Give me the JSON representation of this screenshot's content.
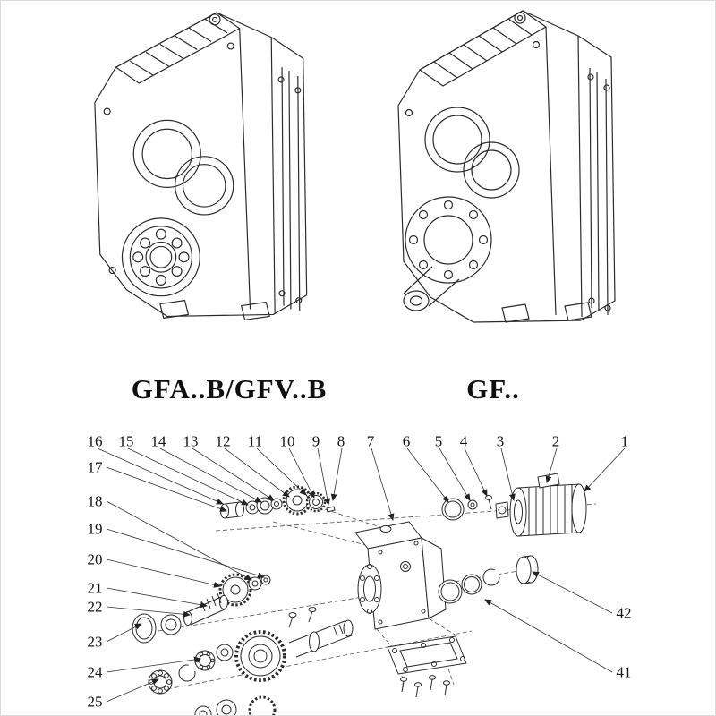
{
  "colors": {
    "ink": "#2b2b2b",
    "background": "#ffffff"
  },
  "models": [
    {
      "label": "GFA..B/GFV..B"
    },
    {
      "label": "GF.."
    }
  ],
  "exploded_view": {
    "top_callouts": [
      "16",
      "15",
      "14",
      "13",
      "12",
      "11",
      "10",
      "9",
      "8",
      "7",
      "6",
      "5",
      "4",
      "3",
      "2",
      "1"
    ],
    "left_callouts": [
      "17",
      "18",
      "19",
      "20",
      "21",
      "22",
      "23",
      "24",
      "25"
    ],
    "right_callouts": [
      "42",
      "41"
    ]
  }
}
